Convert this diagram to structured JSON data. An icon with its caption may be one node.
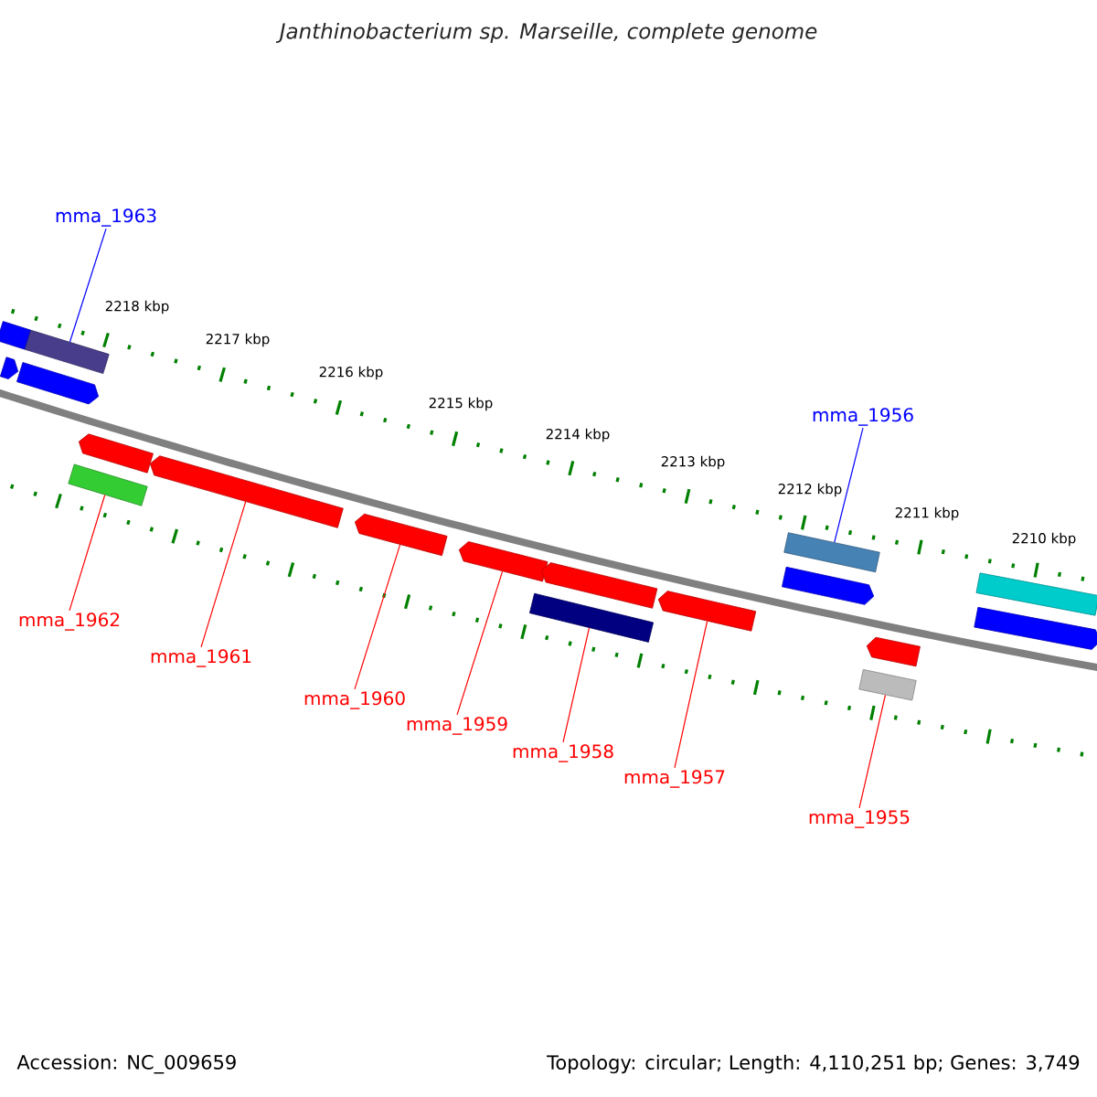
{
  "diagram": {
    "title": "Janthinobacterium sp. Marseille, complete genome",
    "nodes": [
      {
        "text": [
          "mma_1963"
        ]
      },
      {
        "text": [],
        "shape": "bar"
      },
      {
        "text": [
          "mma_1956"
        ]
      },
      {
        "text": [],
        "shape": "bar"
      },
      {
        "text": [],
        "shape": "bar"
      },
      {
        "text": [],
        "shape": "arrow"
      },
      {
        "text": [],
        "shape": "arrow"
      },
      {
        "text": [],
        "shape": "arrow"
      },
      {
        "text": [],
        "shape": "bar"
      },
      {
        "text": [],
        "shape": "arrow"
      },
      {
        "text": [],
        "shape": "bar"
      },
      {
        "text": [
          "mma_1962"
        ]
      },
      {
        "text": [
          "mma_1961"
        ]
      },
      {
        "text": [
          "mma_1960"
        ]
      },
      {
        "text": [
          "mma_1959"
        ]
      },
      {
        "text": [
          "mma_1958"
        ]
      },
      {
        "text": [
          "mma_1957"
        ]
      },
      {
        "text": [
          "mma_1955"
        ]
      },
      {
        "text": [],
        "shape": "bar"
      },
      {
        "text": [],
        "shape": "arrow"
      },
      {
        "text": [],
        "shape": "arrow"
      },
      {
        "text": [],
        "shape": "arrow"
      },
      {
        "text": [],
        "shape": "bar"
      },
      {
        "text": [],
        "shape": "arrow"
      },
      {
        "text": [],
        "shape": "arrow"
      },
      {
        "text": [],
        "shape": "arrow"
      },
      {
        "text": [],
        "shape": "arrow"
      }
    ],
    "edges": [
      {
        "from": 0,
        "to": 1,
        "arrow": "none",
        "color": "#0000ff"
      },
      {
        "from": 2,
        "to": 3,
        "arrow": "none",
        "color": "#0000ff"
      },
      {
        "from": 11,
        "to": 4,
        "arrow": "none"
      },
      {
        "from": 12,
        "to": 5,
        "arrow": "none"
      },
      {
        "from": 13,
        "to": 6,
        "arrow": "none"
      },
      {
        "from": 14,
        "to": 7,
        "arrow": "none"
      },
      {
        "from": 15,
        "to": 8,
        "arrow": "none"
      },
      {
        "from": 16,
        "to": 9,
        "arrow": "none"
      },
      {
        "from": 17,
        "to": 10,
        "arrow": "none"
      }
    ],
    "labels": [
      "2218 kbp",
      "2217 kbp",
      "2216 kbp",
      "2215 kbp",
      "2214 kbp",
      "2213 kbp",
      "2212 kbp",
      "2211 kbp",
      "2210 kbp",
      "Accession: NC_009659",
      "Topology: circular; Length: 4,110,251 bp; Genes: 3,749"
    ]
  }
}
